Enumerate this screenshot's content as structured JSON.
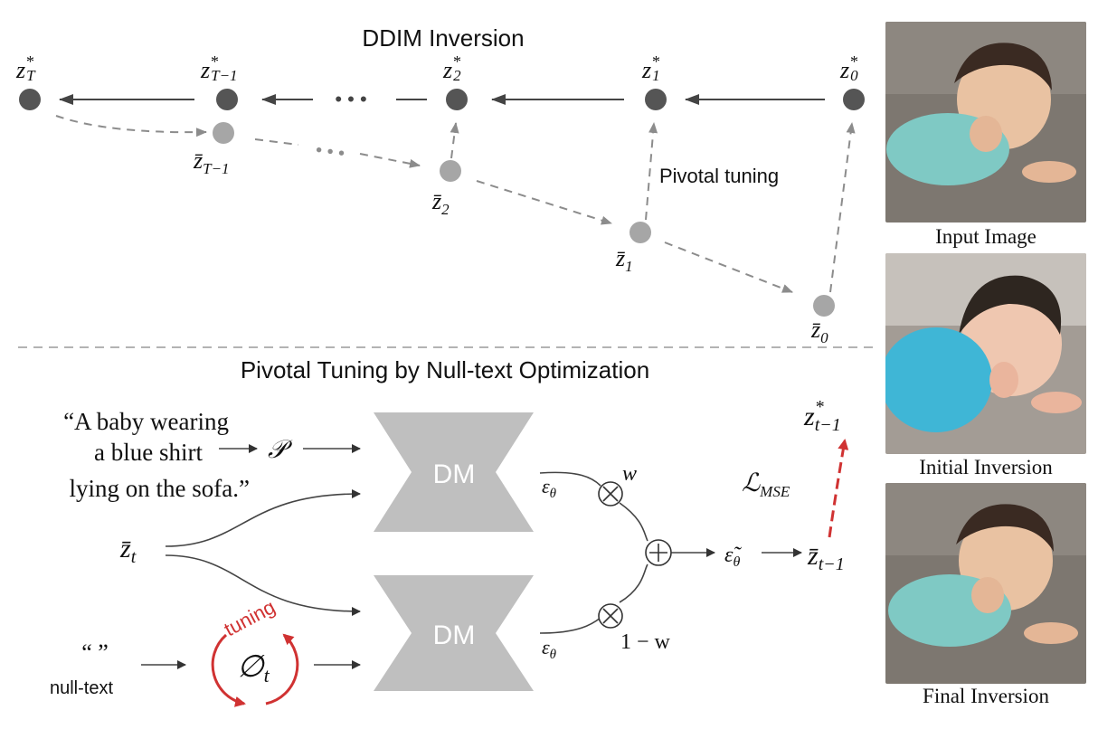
{
  "top": {
    "title": "DDIM Inversion",
    "pivotal_label": "Pivotal tuning",
    "dots": "• • •",
    "zstar_labels": [
      {
        "base": "z",
        "sup": "*",
        "sub": "T"
      },
      {
        "base": "z",
        "sup": "*",
        "sub": "T−1"
      },
      {
        "base": "z",
        "sup": "*",
        "sub": "2"
      },
      {
        "base": "z",
        "sup": "*",
        "sub": "1"
      },
      {
        "base": "z",
        "sup": "*",
        "sub": "0"
      }
    ],
    "zbar_labels": [
      {
        "base": "z̄",
        "sub": "T−1"
      },
      {
        "base": "z̄",
        "sub": "2"
      },
      {
        "base": "z̄",
        "sub": "1"
      },
      {
        "base": "z̄",
        "sub": "0"
      }
    ]
  },
  "bottom": {
    "title": "Pivotal Tuning by Null-text Optimization",
    "prompt_lines": [
      "“A baby wearing",
      "a blue shirt",
      "lying on the sofa.”"
    ],
    "prompt_symbol": "𝒫",
    "input_latent": {
      "base": "z̄",
      "sub": "t"
    },
    "dm_label": "DM",
    "eps": {
      "base": "ε",
      "sub": "θ"
    },
    "weight_w": "w",
    "weight_1mw": "1 − w",
    "times_symbol": "⊗",
    "plus_symbol": "⊕",
    "eps_tilde": {
      "base": "ε̃",
      "sub": "θ"
    },
    "output_latent": {
      "base": "z̄",
      "sub": "t−1"
    },
    "target_latent": {
      "base": "z",
      "sup": "*",
      "sub": "t−1"
    },
    "loss": {
      "base": "ℒ",
      "sub": "MSE"
    },
    "null_quotes": "“ ”",
    "null_text_label": "null-text",
    "null_symbol": {
      "base": "∅",
      "sub": "t"
    },
    "tuning_label": "tuning"
  },
  "images": {
    "captions": [
      "Input Image",
      "Initial Inversion",
      "Final Inversion"
    ]
  },
  "colors": {
    "solid_node": "#555555",
    "light_node": "#a6a6a6",
    "arrow": "#333333",
    "dashed": "#8c8c8c",
    "dm_block": "#bfbfbf",
    "accent_red": "#d03232"
  }
}
